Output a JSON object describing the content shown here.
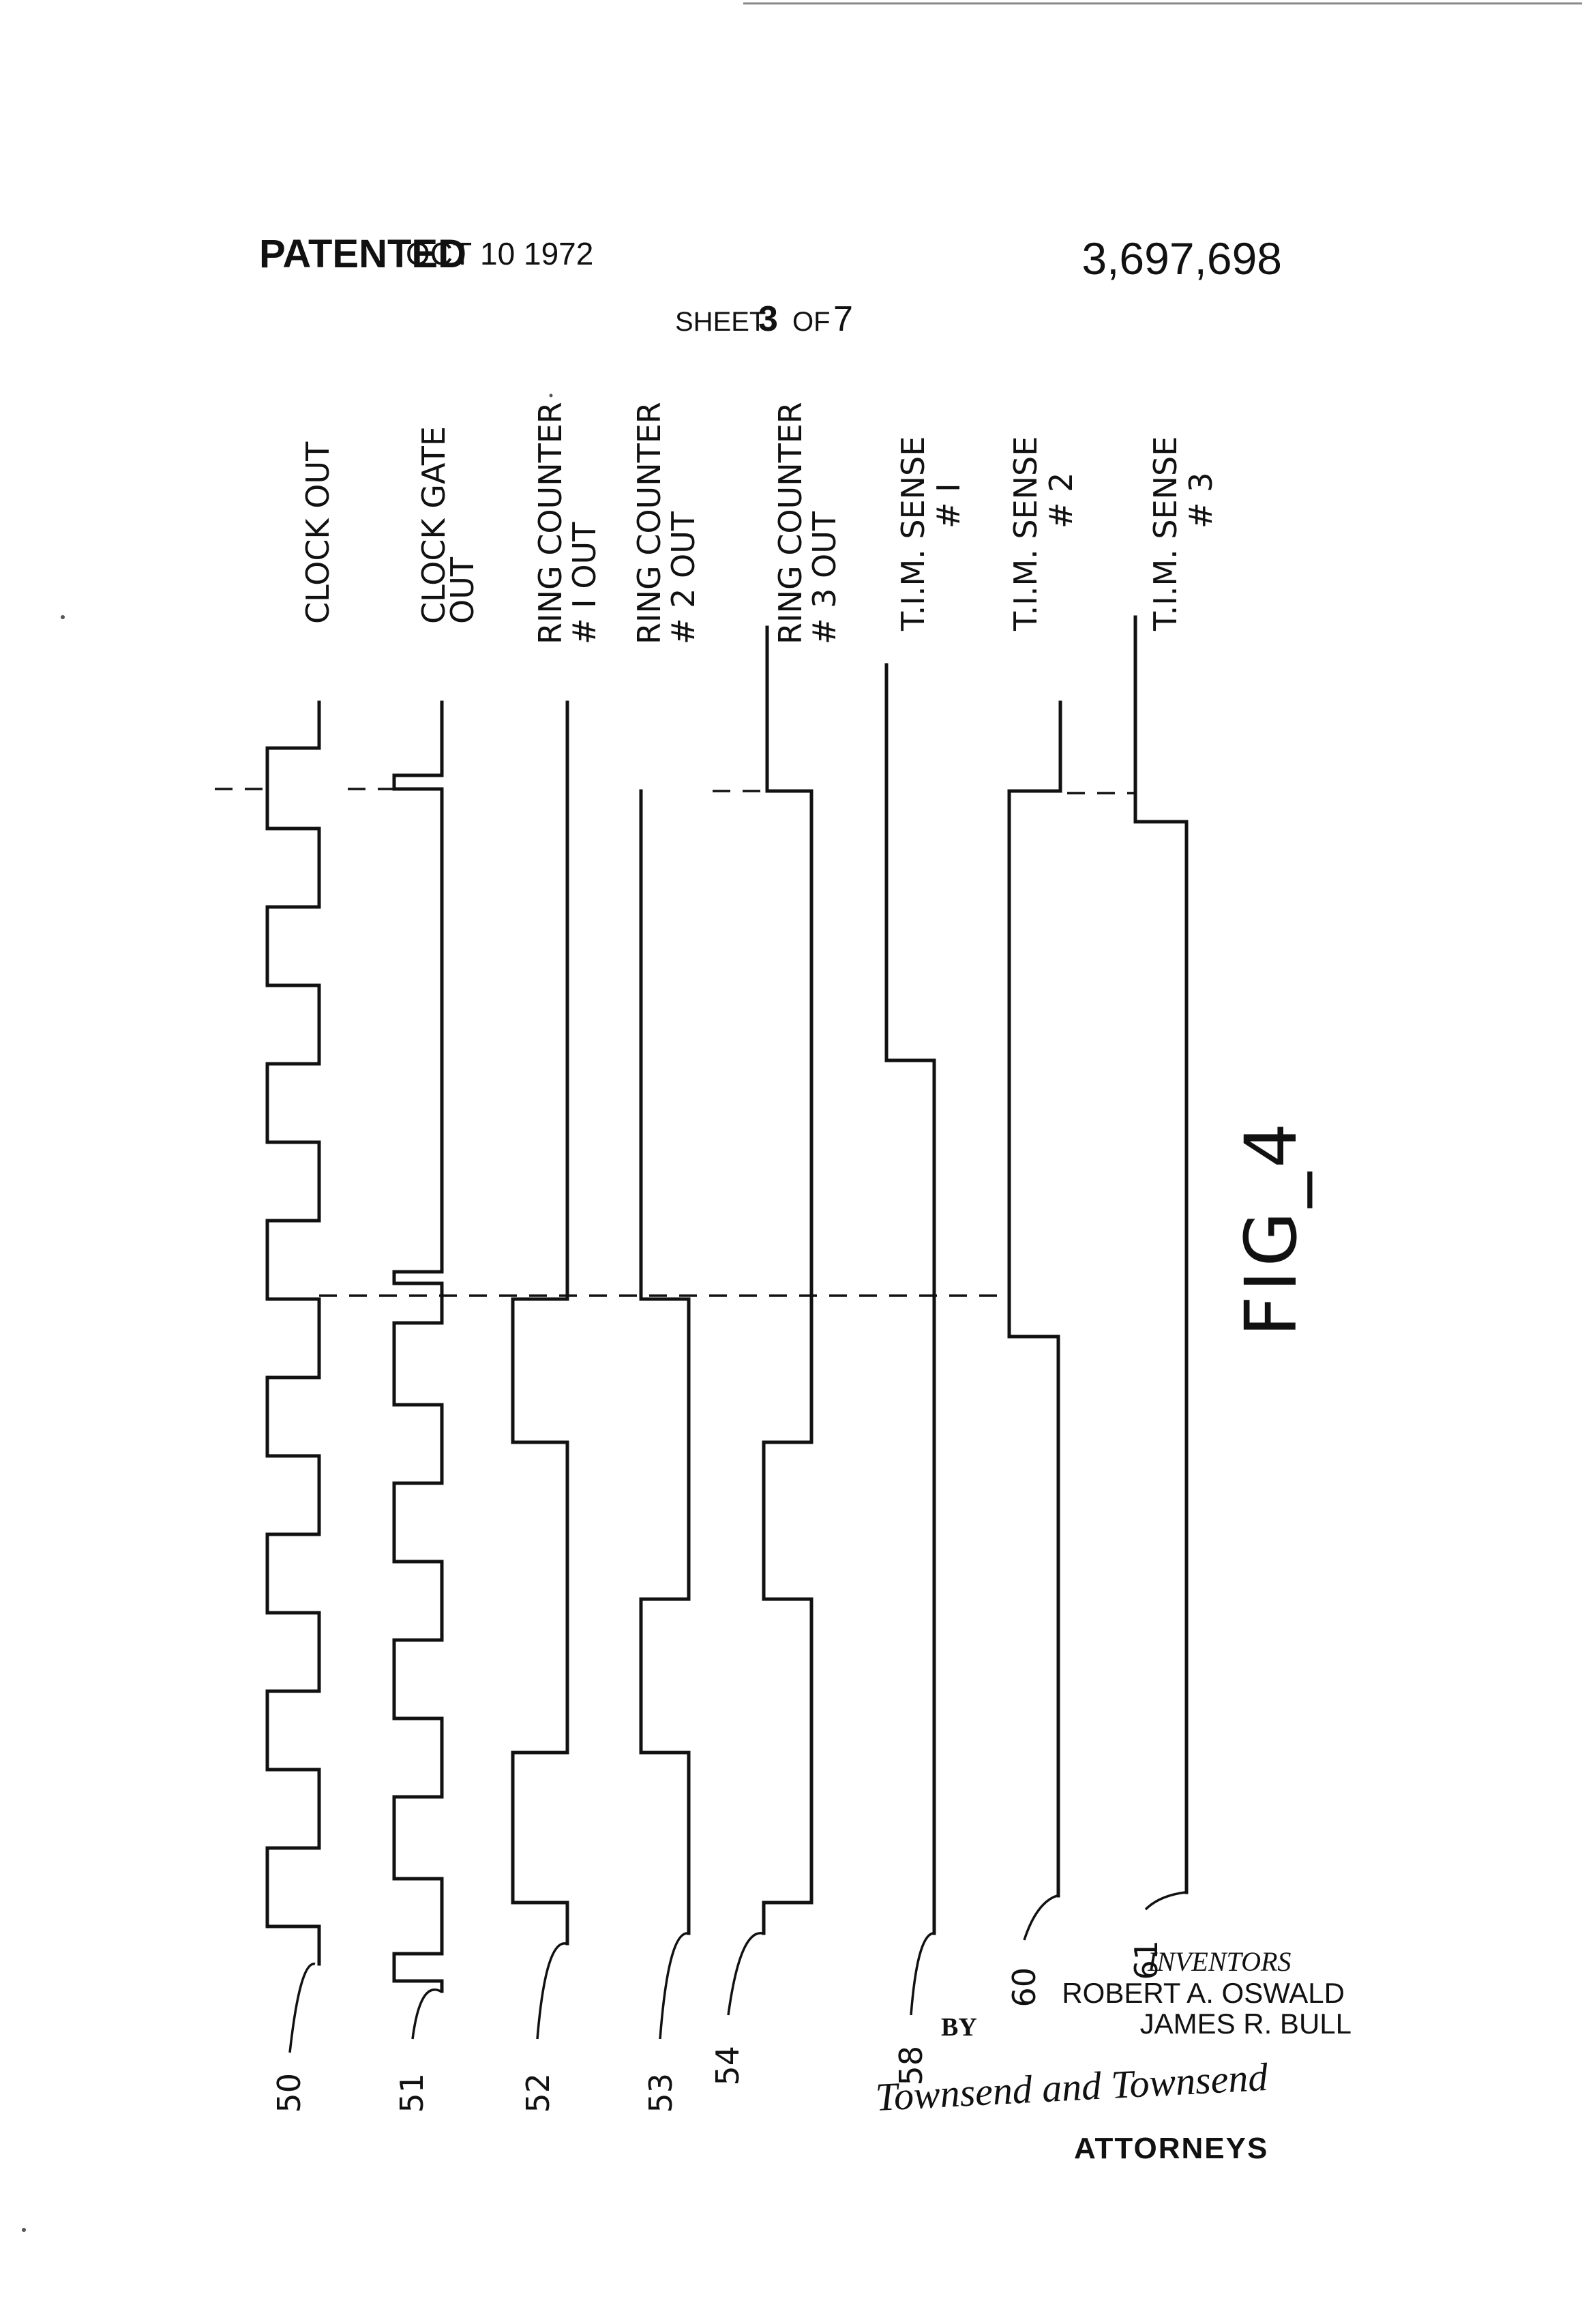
{
  "header": {
    "patented_label": "PATENTED",
    "patented_date": "OCT 10 1972",
    "patent_number": "3,697,698",
    "sheet_label": "SHEET",
    "sheet_num": "3",
    "sheet_of": "OF",
    "sheet_total": "7"
  },
  "figure": {
    "title": "FIG_4",
    "signals": [
      {
        "ref": "50",
        "label_lines": [
          "CLOCK OUT"
        ]
      },
      {
        "ref": "51",
        "label_lines": [
          "CLOCK GATE",
          "OUT"
        ]
      },
      {
        "ref": "52",
        "label_lines": [
          "RING COUNTER",
          "# I OUT"
        ]
      },
      {
        "ref": "53",
        "label_lines": [
          "RING COUNTER",
          "# 2 OUT"
        ]
      },
      {
        "ref": "54",
        "label_lines": [
          "RING COUNTER",
          "# 3 OUT"
        ]
      },
      {
        "ref": "58",
        "label_lines": [
          "T.I.M. SENSE",
          "# I"
        ]
      },
      {
        "ref": "60",
        "label_lines": [
          "T.I.M. SENSE",
          "# 2"
        ]
      },
      {
        "ref": "61",
        "label_lines": [
          "T.I.M. SENSE",
          "# 3"
        ]
      }
    ]
  },
  "footer": {
    "inventors_label": "INVENTORS",
    "inventor_1": "ROBERT A. OSWALD",
    "inventor_2": "JAMES R. BULL",
    "by_label": "BY",
    "signature": "Townsend and Townsend",
    "attorneys_label": "ATTORNEYS"
  }
}
